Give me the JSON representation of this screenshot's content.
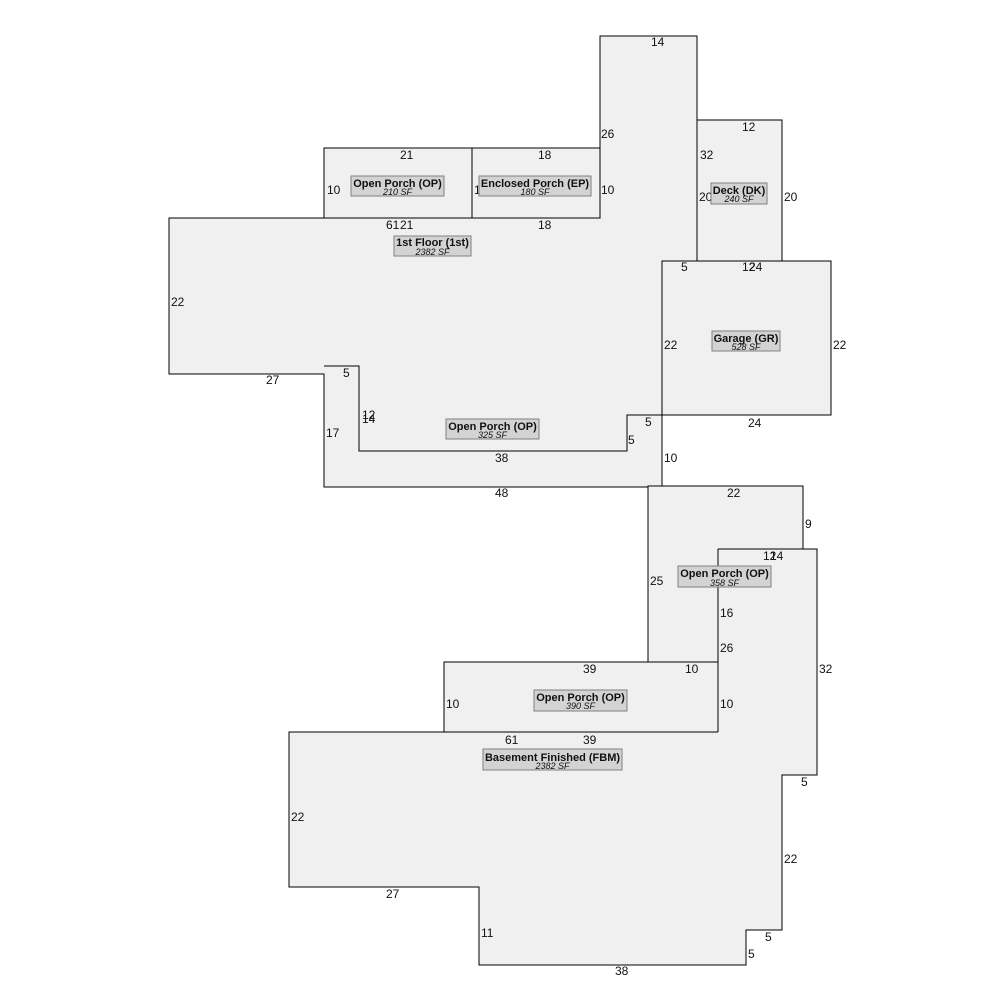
{
  "areas": {
    "first_floor_op_north": {
      "name": "Open Porch (OP)",
      "area": "210 SF"
    },
    "enclosed_porch": {
      "name": "Enclosed Porch (EP)",
      "area": "180 SF"
    },
    "first_floor": {
      "name": "1st Floor (1st)",
      "area": "2382 SF"
    },
    "deck": {
      "name": "Deck (DK)",
      "area": "240 SF"
    },
    "garage": {
      "name": "Garage (GR)",
      "area": "528 SF"
    },
    "first_floor_op_south": {
      "name": "Open Porch (OP)",
      "area": "325 SF"
    },
    "basement_op_east": {
      "name": "Open Porch (OP)",
      "area": "358 SF"
    },
    "basement_op_north": {
      "name": "Open Porch (OP)",
      "area": "390 SF"
    },
    "basement_finished": {
      "name": "Basement Finished (FBM)",
      "area": "2382 SF"
    }
  },
  "dimensions": {
    "tower_top": "14",
    "tower_left": "26",
    "tower_right": "32",
    "op_north_top": "21",
    "op_north_left": "10",
    "ep_top": "18",
    "ep_right": "10",
    "ep_bottom": "18",
    "ep_left_partial": "1",
    "first_top_61": "61",
    "first_top_21": "21",
    "first_left": "22",
    "first_bottom": "27",
    "deck_top": "12",
    "deck_left": "20",
    "deck_right": "20",
    "deck_bottom_12": "12",
    "garage_top_24": "24",
    "garage_top_left": "5",
    "garage_left": "22",
    "garage_right": "22",
    "garage_bottom": "24",
    "garage_stem": "10",
    "op_south_top": "5",
    "op_south_12": "12",
    "op_south_14": "14",
    "op_south_left": "17",
    "op_south_inner": "38",
    "op_south_bottom": "48",
    "op_south_step_a": "5",
    "op_south_step_b": "5",
    "b_op_top": "22",
    "b_op_right": "9",
    "b_op_left": "25",
    "b_op_12": "12",
    "b_op_14": "14",
    "b_op_16": "16",
    "b_op_26": "26",
    "b_right": "32",
    "b_op_n_top": "39",
    "b_op_n_10a": "10",
    "b_op_n_left": "10",
    "b_op_n_right": "10",
    "b_top_61": "61",
    "b_top_39": "39",
    "b_left": "22",
    "b_bottom_27": "27",
    "b_notch": "11",
    "b_bottom_38": "38",
    "b_step_5a": "5",
    "b_right_22": "22",
    "b_step_5b": "5",
    "b_step_5c": "5"
  }
}
